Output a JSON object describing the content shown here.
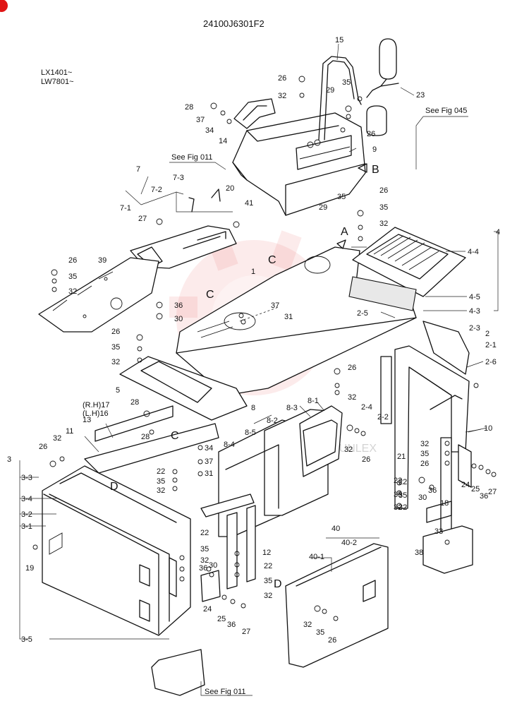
{
  "drawing_number": "24100J6301F2",
  "models": [
    "LX1401~",
    "LW7801~"
  ],
  "references": {
    "fig_045": "See Fig 045",
    "fig_011_top": "See Fig 011",
    "fig_011_bottom": "See Fig 011"
  },
  "view_markers": {
    "a": "A",
    "b": "B",
    "c1": "C",
    "c2": "C",
    "c3": "C",
    "d1": "D",
    "d2": "D"
  },
  "watermark_text": "SUNLEX",
  "colors": {
    "line": "#111111",
    "watermark": "#e23b3b",
    "badge": "#e01515"
  },
  "labels": [
    {
      "id": "l15",
      "text": "15"
    },
    {
      "id": "l23",
      "text": "23"
    },
    {
      "id": "l26a",
      "text": "26"
    },
    {
      "id": "l32a",
      "text": "32"
    },
    {
      "id": "l29a",
      "text": "29"
    },
    {
      "id": "l35a",
      "text": "35"
    },
    {
      "id": "l28a",
      "text": "28"
    },
    {
      "id": "l37a",
      "text": "37"
    },
    {
      "id": "l34a",
      "text": "34"
    },
    {
      "id": "l14",
      "text": "14"
    },
    {
      "id": "l26b",
      "text": "26"
    },
    {
      "id": "l9",
      "text": "9"
    },
    {
      "id": "l29b",
      "text": "29"
    },
    {
      "id": "l35b",
      "text": "35"
    },
    {
      "id": "l7",
      "text": "7"
    },
    {
      "id": "l7_3",
      "text": "7-3"
    },
    {
      "id": "l7_2",
      "text": "7-2"
    },
    {
      "id": "l20",
      "text": "20"
    },
    {
      "id": "l7_1",
      "text": "7-1"
    },
    {
      "id": "l41",
      "text": "41"
    },
    {
      "id": "l27a",
      "text": "27"
    },
    {
      "id": "l26c",
      "text": "26"
    },
    {
      "id": "l35c",
      "text": "35"
    },
    {
      "id": "l32c",
      "text": "32"
    },
    {
      "id": "l39",
      "text": "39"
    },
    {
      "id": "l26d",
      "text": "26"
    },
    {
      "id": "l35d",
      "text": "35"
    },
    {
      "id": "l32d",
      "text": "32"
    },
    {
      "id": "l4",
      "text": "4"
    },
    {
      "id": "l4_4",
      "text": "4-4"
    },
    {
      "id": "l1",
      "text": "1"
    },
    {
      "id": "l4_5",
      "text": "4-5"
    },
    {
      "id": "l4_3",
      "text": "4-3"
    },
    {
      "id": "l36a",
      "text": "36"
    },
    {
      "id": "l30a",
      "text": "30"
    },
    {
      "id": "l37b",
      "text": "37"
    },
    {
      "id": "l31a",
      "text": "31"
    },
    {
      "id": "l2_5",
      "text": "2-5"
    },
    {
      "id": "l2_3",
      "text": "2-3"
    },
    {
      "id": "l2",
      "text": "2"
    },
    {
      "id": "l2_1",
      "text": "2-1"
    },
    {
      "id": "l26e",
      "text": "26"
    },
    {
      "id": "l35e",
      "text": "35"
    },
    {
      "id": "l32e",
      "text": "32"
    },
    {
      "id": "l2_6",
      "text": "2-6"
    },
    {
      "id": "l5",
      "text": "5"
    },
    {
      "id": "l26f",
      "text": "26"
    },
    {
      "id": "l32f",
      "text": "32"
    },
    {
      "id": "l8",
      "text": "8"
    },
    {
      "id": "l8_3",
      "text": "8-3"
    },
    {
      "id": "l8_1",
      "text": "8-1"
    },
    {
      "id": "l2_4",
      "text": "2-4"
    },
    {
      "id": "l2_2",
      "text": "2-2"
    },
    {
      "id": "l32g",
      "text": "32"
    },
    {
      "id": "l26g",
      "text": "26"
    },
    {
      "id": "l28b",
      "text": "28"
    },
    {
      "id": "l17",
      "text": "(R.H)17"
    },
    {
      "id": "l16",
      "text": "(L.H)16"
    },
    {
      "id": "l13",
      "text": "13"
    },
    {
      "id": "l11",
      "text": "11"
    },
    {
      "id": "l32h",
      "text": "32"
    },
    {
      "id": "l26h",
      "text": "26"
    },
    {
      "id": "l28c",
      "text": "28"
    },
    {
      "id": "l8_2",
      "text": "8-2"
    },
    {
      "id": "l8_5",
      "text": "8-5"
    },
    {
      "id": "l8_4",
      "text": "8-4"
    },
    {
      "id": "l34b",
      "text": "34"
    },
    {
      "id": "l37c",
      "text": "37"
    },
    {
      "id": "l31b",
      "text": "31"
    },
    {
      "id": "l32i",
      "text": "32"
    },
    {
      "id": "l35f",
      "text": "35"
    },
    {
      "id": "l26i",
      "text": "26"
    },
    {
      "id": "l10",
      "text": "10"
    },
    {
      "id": "l21",
      "text": "21"
    },
    {
      "id": "l22a",
      "text": "22"
    },
    {
      "id": "l35g",
      "text": "35"
    },
    {
      "id": "l32j",
      "text": "32"
    },
    {
      "id": "l3",
      "text": "3"
    },
    {
      "id": "l3_3",
      "text": "3-3"
    },
    {
      "id": "l3_4",
      "text": "3-4"
    },
    {
      "id": "l3_2",
      "text": "3-2"
    },
    {
      "id": "l3_1",
      "text": "3-1"
    },
    {
      "id": "l22b",
      "text": "22"
    },
    {
      "id": "l35h",
      "text": "35"
    },
    {
      "id": "l32k",
      "text": "32"
    },
    {
      "id": "l24a",
      "text": "24"
    },
    {
      "id": "l25a",
      "text": "25"
    },
    {
      "id": "l36b",
      "text": "36"
    },
    {
      "id": "l27b",
      "text": "27"
    },
    {
      "id": "l22c",
      "text": "22"
    },
    {
      "id": "l35i",
      "text": "35"
    },
    {
      "id": "l32l",
      "text": "32"
    },
    {
      "id": "l30b",
      "text": "30"
    },
    {
      "id": "l36c",
      "text": "36"
    },
    {
      "id": "l18",
      "text": "18"
    },
    {
      "id": "l33",
      "text": "33"
    },
    {
      "id": "l38",
      "text": "38"
    },
    {
      "id": "l19",
      "text": "19"
    },
    {
      "id": "l22d",
      "text": "22"
    },
    {
      "id": "l35j",
      "text": "35"
    },
    {
      "id": "l32m",
      "text": "32"
    },
    {
      "id": "l36d",
      "text": "36"
    },
    {
      "id": "l30c",
      "text": "30"
    },
    {
      "id": "l12",
      "text": "12"
    },
    {
      "id": "l22e",
      "text": "22"
    },
    {
      "id": "l35k",
      "text": "35"
    },
    {
      "id": "l32n",
      "text": "32"
    },
    {
      "id": "l40",
      "text": "40"
    },
    {
      "id": "l40_2",
      "text": "40-2"
    },
    {
      "id": "l40_1",
      "text": "40-1"
    },
    {
      "id": "l24b",
      "text": "24"
    },
    {
      "id": "l25b",
      "text": "25"
    },
    {
      "id": "l36e",
      "text": "36"
    },
    {
      "id": "l27c",
      "text": "27"
    },
    {
      "id": "l32o",
      "text": "32"
    },
    {
      "id": "l35l",
      "text": "35"
    },
    {
      "id": "l26j",
      "text": "26"
    },
    {
      "id": "l3_5",
      "text": "3-5"
    }
  ]
}
